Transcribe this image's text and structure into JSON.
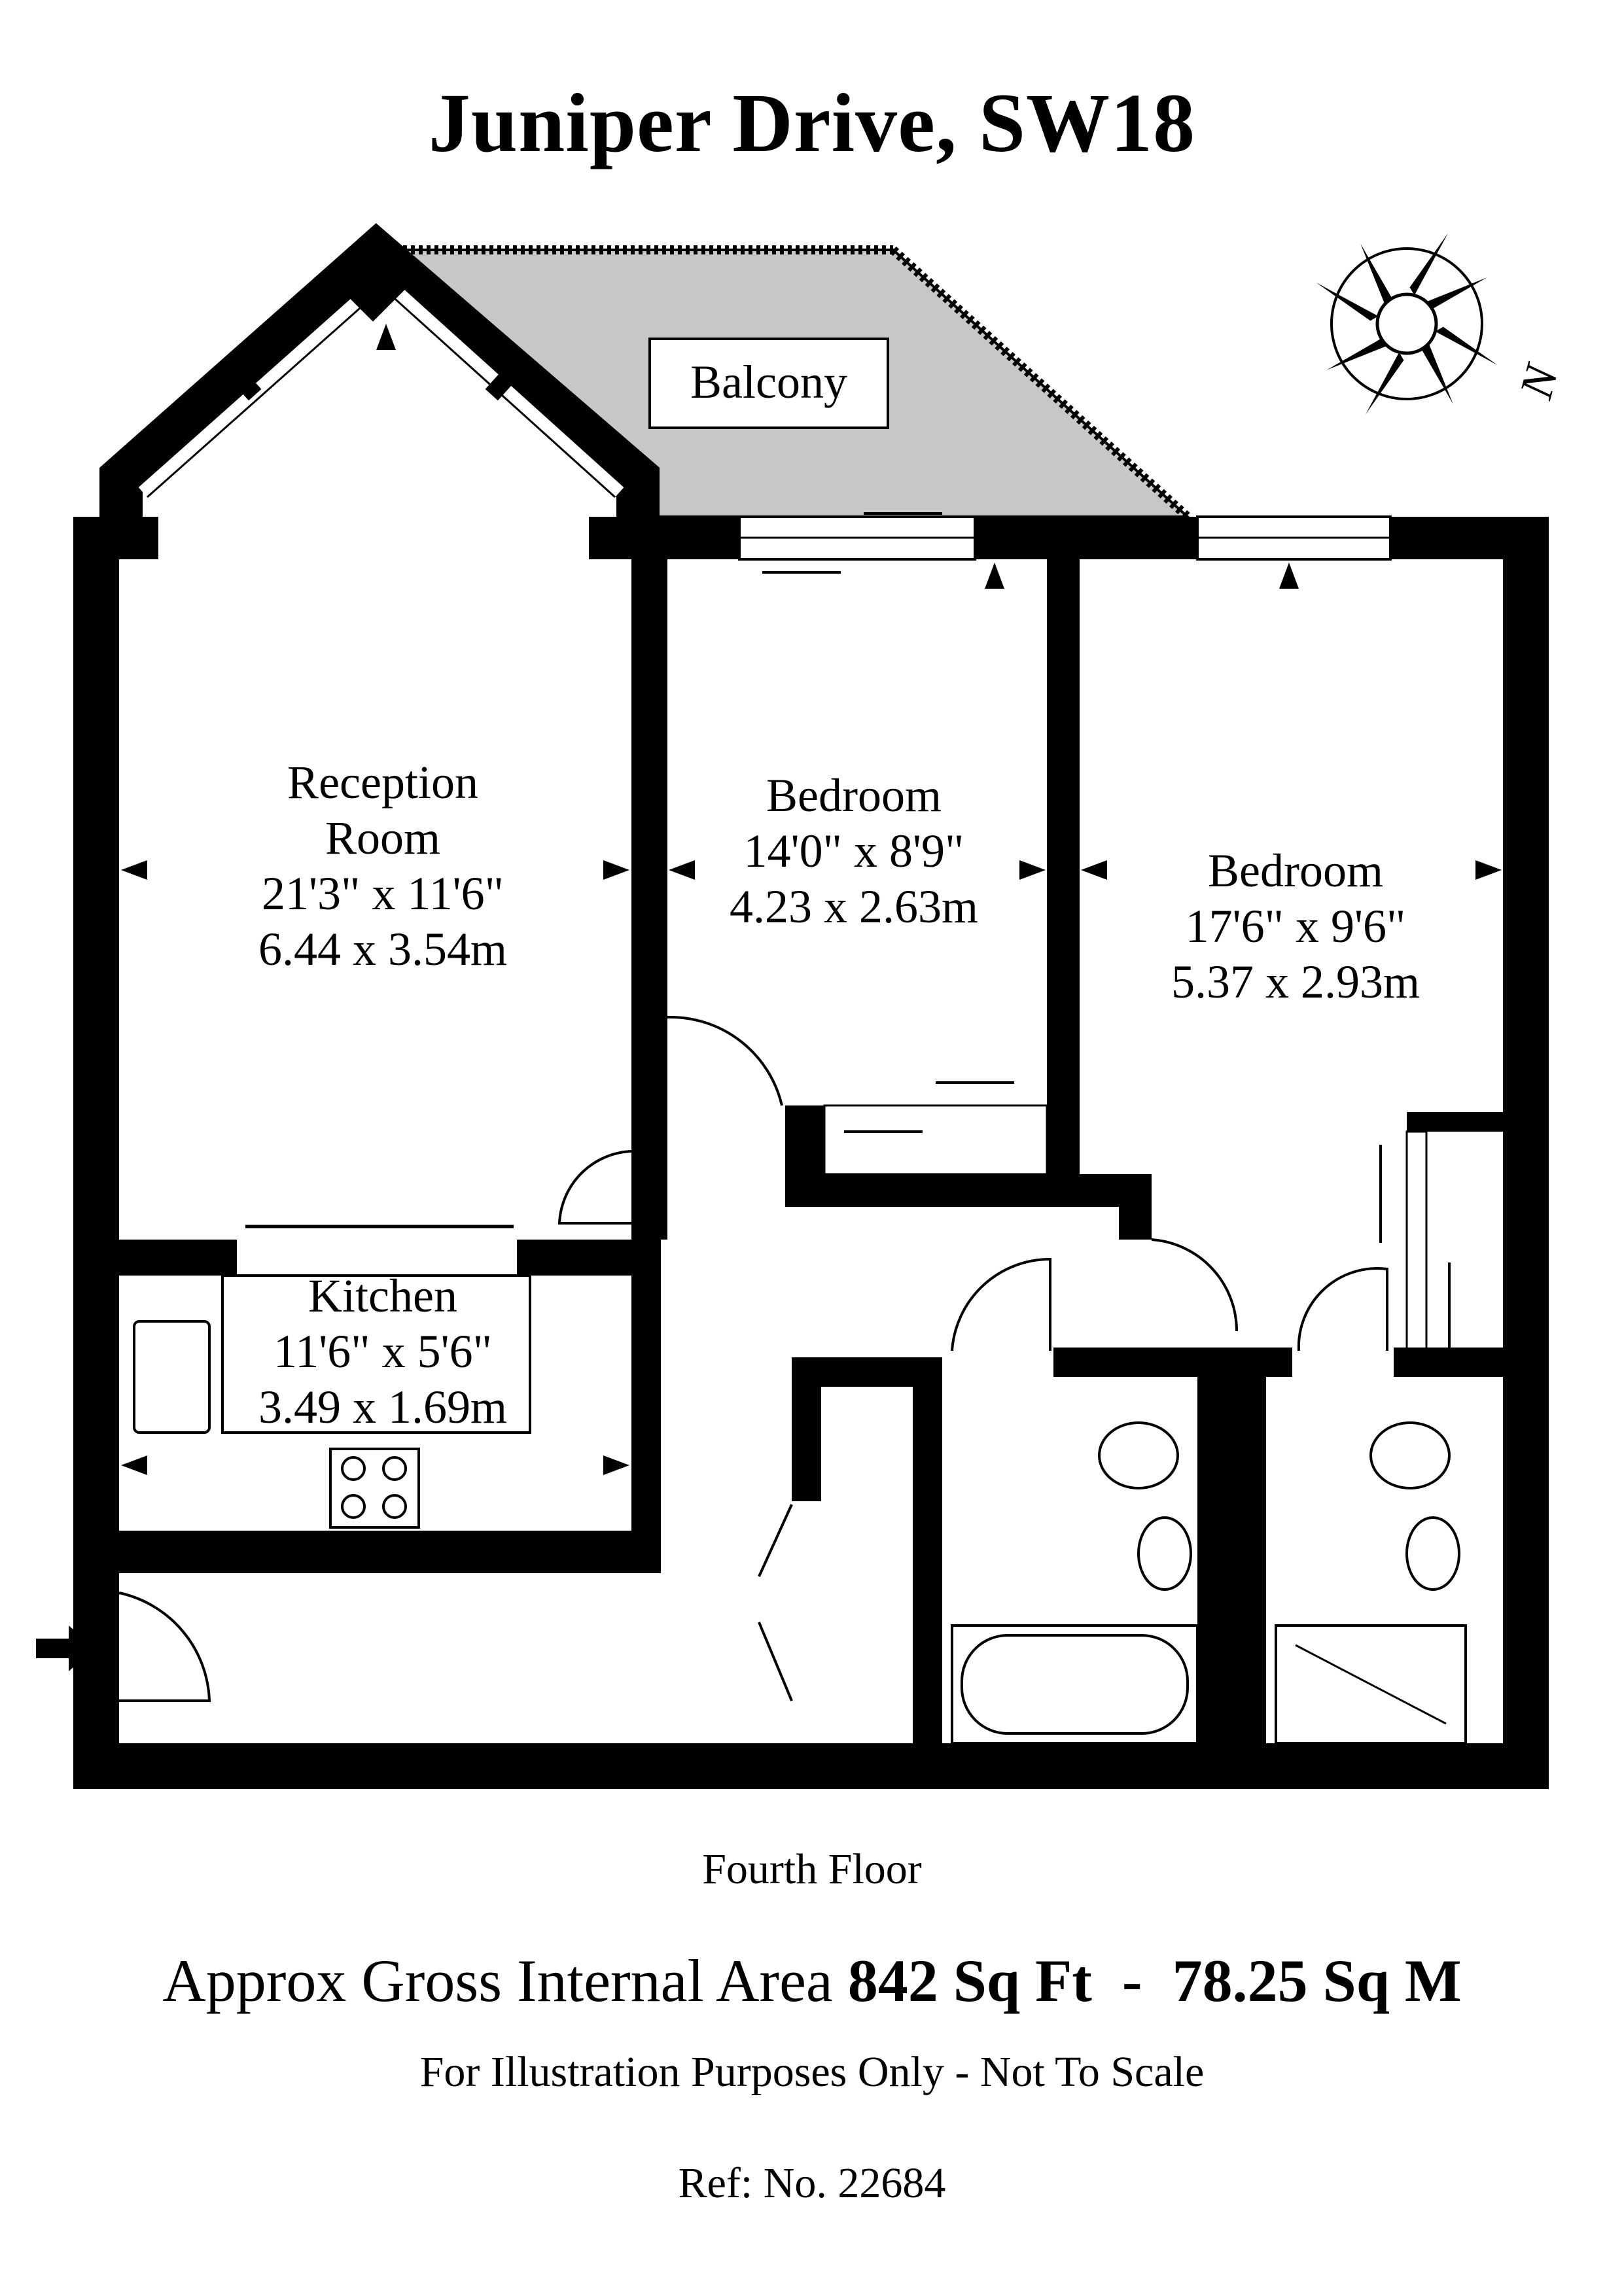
{
  "title": "Juniper Drive, SW18",
  "rooms": {
    "balcony": {
      "name": "Balcony"
    },
    "reception": {
      "name_line1": "Reception",
      "name_line2": "Room",
      "imperial": "21'3\" x 11'6\"",
      "metric": "6.44 x 3.54m"
    },
    "bedroom1": {
      "name": "Bedroom",
      "imperial": "14'0\" x 8'9\"",
      "metric": "4.23 x 2.63m"
    },
    "bedroom2": {
      "name": "Bedroom",
      "imperial": "17'6\" x 9'6\"",
      "metric": "5.37 x 2.93m"
    },
    "kitchen": {
      "name": "Kitchen",
      "imperial": "11'6\" x 5'6\"",
      "metric": "3.49 x 1.69m"
    }
  },
  "compass": {
    "label": "N"
  },
  "floor": "Fourth Floor",
  "area": {
    "prefix": "Approx Gross Internal Area",
    "sqft": "842 Sq Ft",
    "separator": "-",
    "sqm": "78.25 Sq M"
  },
  "disclaimer": "For Illustration Purposes Only - Not To Scale",
  "reference": "Ref: No. 22684"
}
